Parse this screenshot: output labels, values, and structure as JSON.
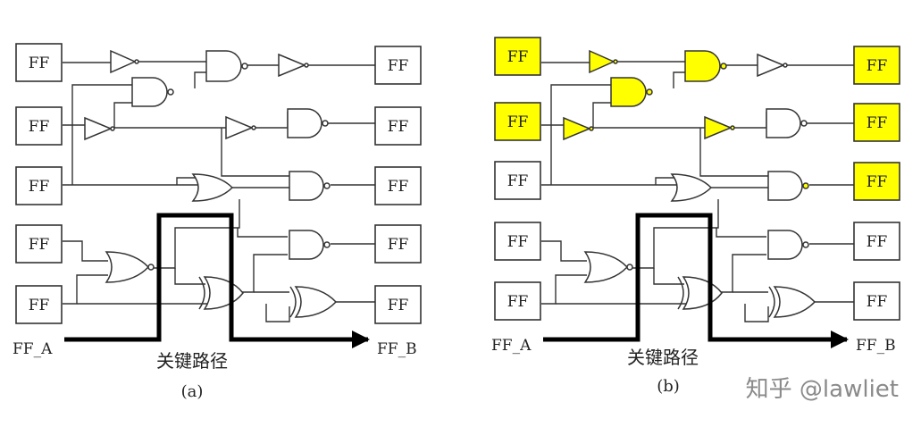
{
  "ff_label": "FF",
  "diagram_a": {
    "caption": "(a)",
    "start_label": "FF_A",
    "end_label": "FF_B",
    "path_label": "关键路径"
  },
  "diagram_b": {
    "caption": "(b)",
    "start_label": "FF_A",
    "end_label": "FF_B",
    "path_label": "关键路径",
    "highlight_color": "#ffff00"
  },
  "watermark": "知乎 @lawliet"
}
